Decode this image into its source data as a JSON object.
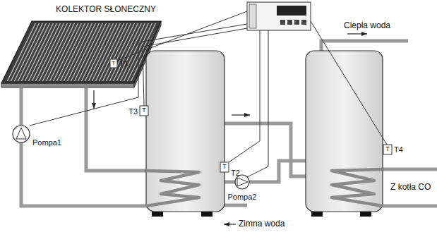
{
  "diagram": {
    "labels": [
      "KOLEKTOR SŁONECZNY",
      "Ciepła woda",
      "T",
      "T1",
      "T",
      "T3",
      "Pompa1",
      "T",
      "T4",
      "T",
      "T2",
      "Z kotła CO",
      "Pompa2",
      "Zimna woda"
    ]
  }
}
